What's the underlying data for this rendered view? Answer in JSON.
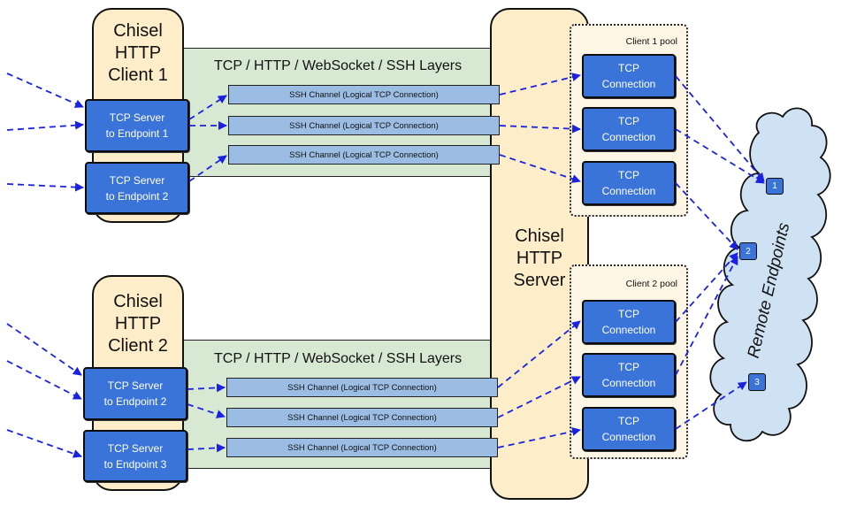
{
  "clients": [
    {
      "title": "Chisel\nHTTP\nClient 1",
      "layers_label": "TCP / HTTP / WebSocket / SSH Layers",
      "tcp_servers": [
        "TCP Server\nto Endpoint 1",
        "TCP Server\nto Endpoint 2"
      ],
      "channels": [
        "SSH Channel (Logical TCP Connection)",
        "SSH Channel (Logical TCP Connection)",
        "SSH Channel (Logical TCP Connection)"
      ]
    },
    {
      "title": "Chisel\nHTTP\nClient 2",
      "layers_label": "TCP / HTTP / WebSocket / SSH Layers",
      "tcp_servers": [
        "TCP Server\nto Endpoint 2",
        "TCP Server\nto Endpoint 3"
      ],
      "channels": [
        "SSH Channel (Logical TCP Connection)",
        "SSH Channel (Logical TCP Connection)",
        "SSH Channel (Logical TCP Connection)"
      ]
    }
  ],
  "server": {
    "title": "Chisel\nHTTP\nServer"
  },
  "pools": [
    {
      "label": "Client 1 pool",
      "connections": [
        "TCP\nConnection",
        "TCP\nConnection",
        "TCP\nConnection"
      ]
    },
    {
      "label": "Client 2 pool",
      "connections": [
        "TCP\nConnection",
        "TCP\nConnection",
        "TCP\nConnection"
      ]
    }
  ],
  "remote": {
    "label": "Remote Endpoints",
    "endpoints": [
      "1",
      "2",
      "3"
    ]
  },
  "colors": {
    "box_blue": "#3a74d8",
    "channel_blue": "#9bbde3",
    "layer_green": "#d8e9d3",
    "host_beige": "#fdeec9",
    "pool_beige": "#fdf6e4",
    "cloud": "#cfe2f3",
    "arrow": "#1a22e0"
  }
}
